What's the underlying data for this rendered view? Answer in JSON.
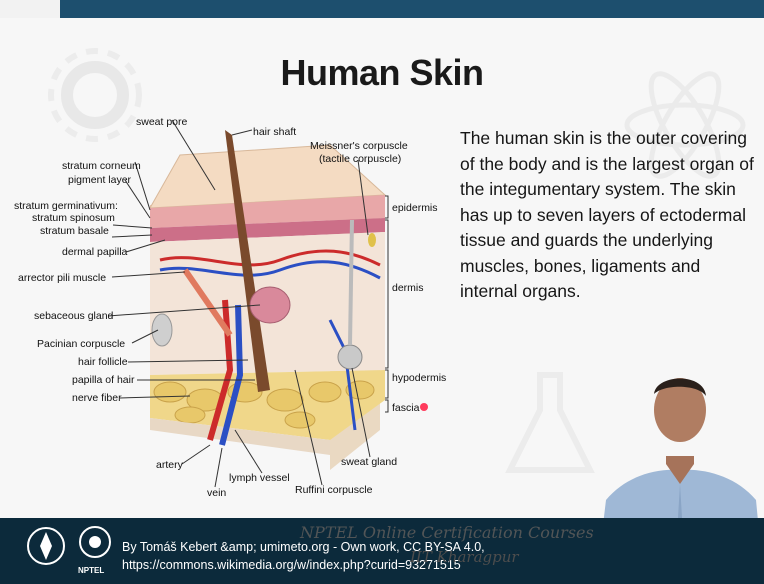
{
  "slide": {
    "title": "Human Skin",
    "description": "The human skin is the outer covering of the body and is the largest organ of the integumentary system. The skin has up to seven layers of ectodermal tissue and guards the underlying muscles, bones, ligaments and internal organs."
  },
  "labels": {
    "sweat_pore": "sweat pore",
    "hair_shaft": "hair shaft",
    "meissner_1": "Meissner's corpuscle",
    "meissner_2": "(tactile corpuscle)",
    "stratum_corneum": "stratum corneum",
    "pigment_layer": "pigment layer",
    "stratum_germinativum": "stratum germinativum:",
    "stratum_spinosum": "stratum spinosum",
    "stratum_basale": "stratum basale",
    "dermal_papilla": "dermal papilla",
    "arrector_pili": "arrector pili muscle",
    "sebaceous_gland": "sebaceous gland",
    "pacinian": "Pacinian corpuscle",
    "hair_follicle": "hair follicle",
    "papilla_of_hair": "papilla of hair",
    "nerve_fiber": "nerve fiber",
    "artery": "artery",
    "vein": "vein",
    "lymph_vessel": "lymph vessel",
    "ruffini": "Ruffini corpuscle",
    "sweat_gland": "sweat gland",
    "epidermis": "epidermis",
    "dermis": "dermis",
    "hypodermis": "hypodermis",
    "fascia": "fascia"
  },
  "footer": {
    "credit_line1": "By Tomáš Kebert &amp; umimeto.org - Own work, CC BY-SA 4.0,",
    "credit_line2": "https://commons.wikimedia.org/w/index.php?curid=93271515",
    "overlay_1": "NPTEL Online Certification Courses",
    "overlay_2": "IIT Kharagpur",
    "logo_text": "NPTEL"
  },
  "colors": {
    "footer_bg": "#0c2a3b",
    "top_bar": "#1d4f6e"
  }
}
